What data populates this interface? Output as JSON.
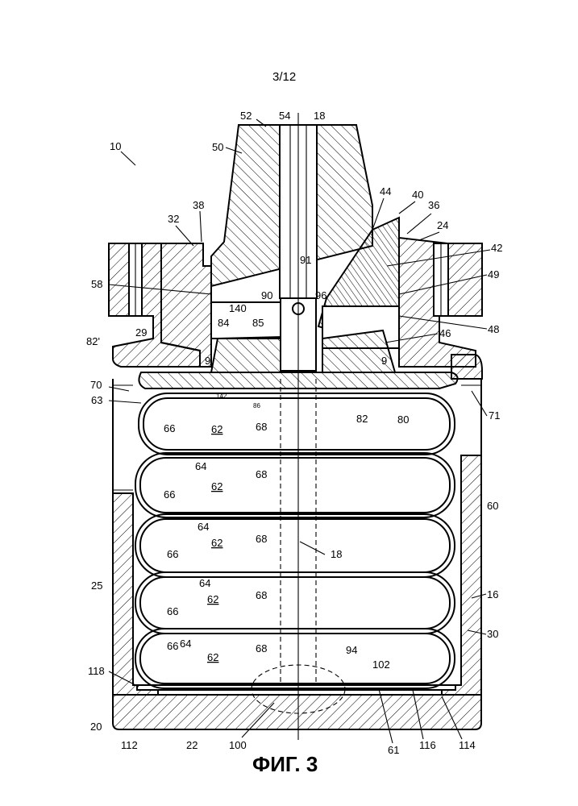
{
  "sheet_number": "3/12",
  "caption": "ФИГ. 3",
  "labels": {
    "l10": "10",
    "l18a": "18",
    "l18b": "18",
    "l50": "50",
    "l52": "52",
    "l54": "54",
    "l44": "44",
    "l40": "40",
    "l36": "36",
    "l24": "24",
    "l38": "38",
    "l32": "32",
    "l42": "42",
    "l49": "49",
    "l48": "48",
    "l58": "58",
    "l91": "91",
    "l90": "90",
    "l96": "96",
    "l140": "140",
    "l84": "84",
    "l85": "85",
    "l46": "46",
    "l29": "29",
    "l82p": "82'",
    "l9a": "9",
    "l9b": "9",
    "l142": "142",
    "l86": "86",
    "l70": "70",
    "l71": "71",
    "l63": "63",
    "l82": "82",
    "l80": "80",
    "l66a": "66",
    "l62a": "62",
    "l68a": "68",
    "l64a": "64",
    "l66b": "66",
    "l62b": "62",
    "l68b": "68",
    "l64b": "64",
    "l60": "60",
    "l66c": "66",
    "l62c": "62",
    "l68c": "68",
    "l25": "25",
    "l66d": "66",
    "l64c": "64",
    "l62d": "62",
    "l68d": "68",
    "l16": "16",
    "l66e": "66",
    "l64d": "64",
    "l30": "30",
    "l62e": "62",
    "l68e": "68",
    "l94": "94",
    "l102": "102",
    "l118": "118",
    "l20": "20",
    "l112": "112",
    "l22": "22",
    "l100": "100",
    "l61": "61",
    "l116": "116",
    "l114": "114"
  }
}
